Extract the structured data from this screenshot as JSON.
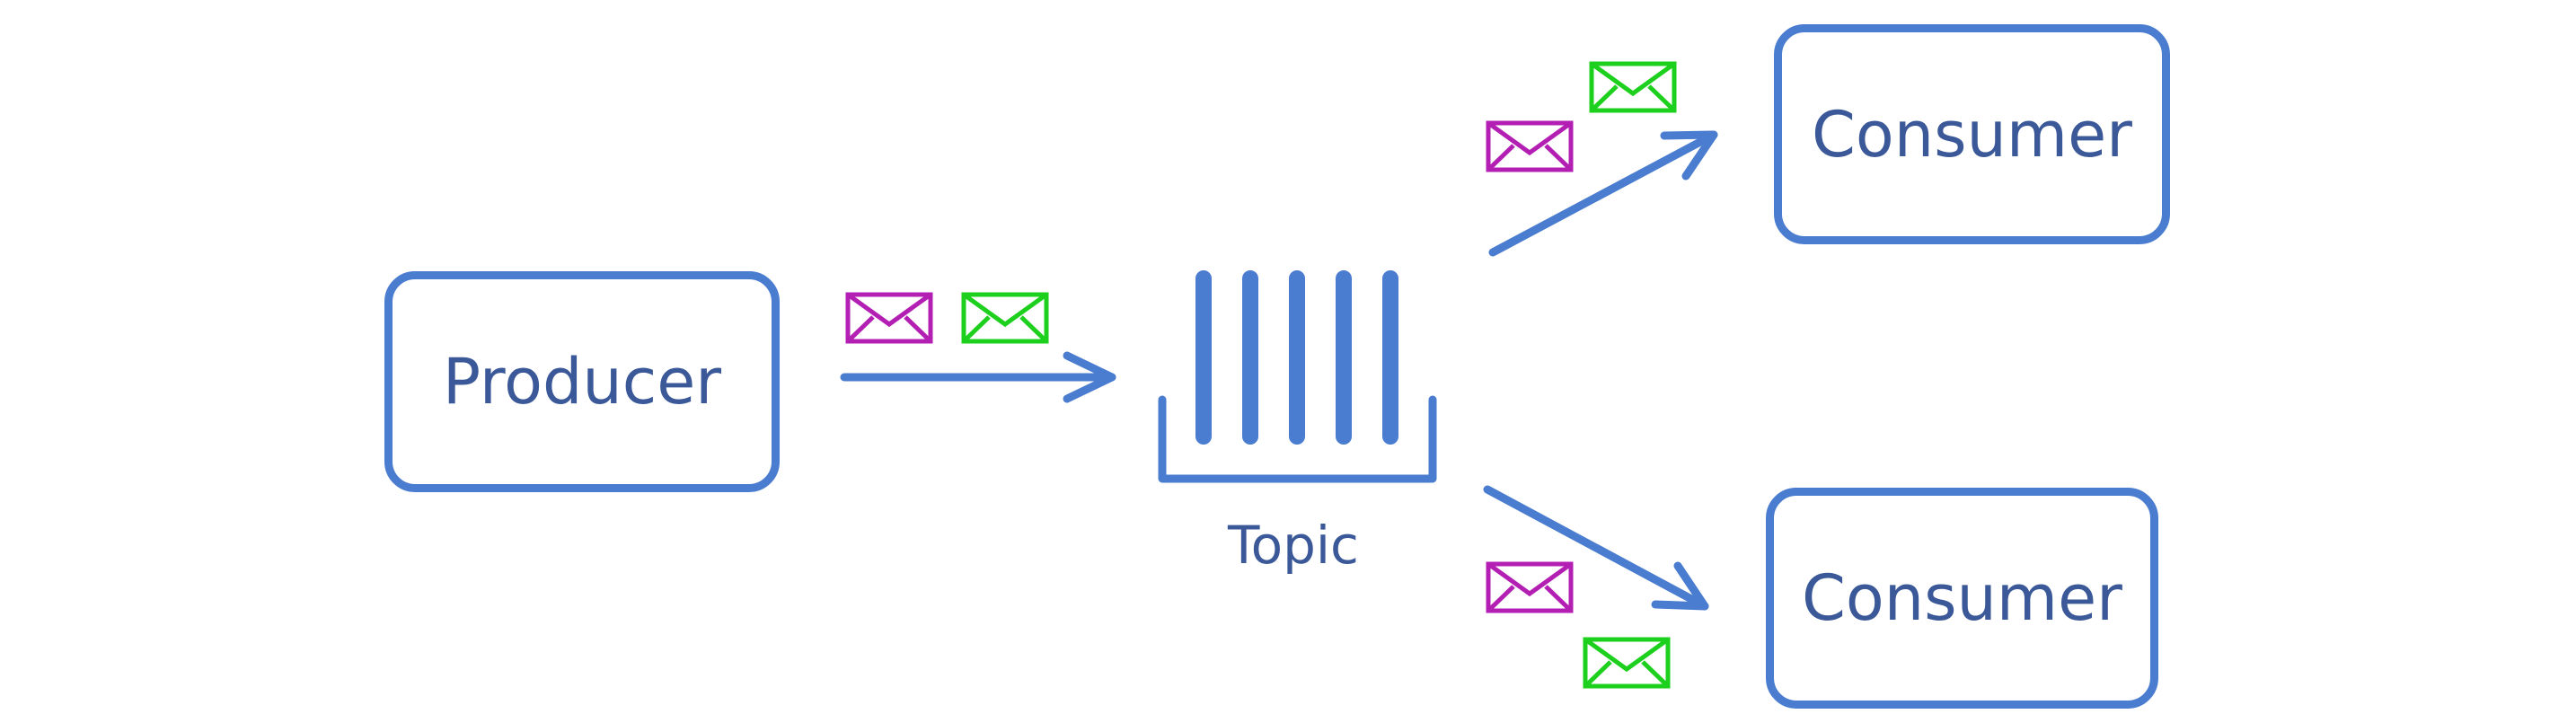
{
  "diagram": {
    "producer": {
      "label": "Producer"
    },
    "topic": {
      "label": "Topic"
    },
    "consumers": [
      {
        "label": "Consumer"
      },
      {
        "label": "Consumer"
      }
    ]
  },
  "colors": {
    "primary": "#4a7ccf",
    "text": "#3b5998",
    "message_magenta": "#b31fb3",
    "message_green": "#1ed01e"
  },
  "icons": {
    "message": "envelope-icon",
    "arrow": "arrow-icon",
    "queue": "queue-icon"
  }
}
